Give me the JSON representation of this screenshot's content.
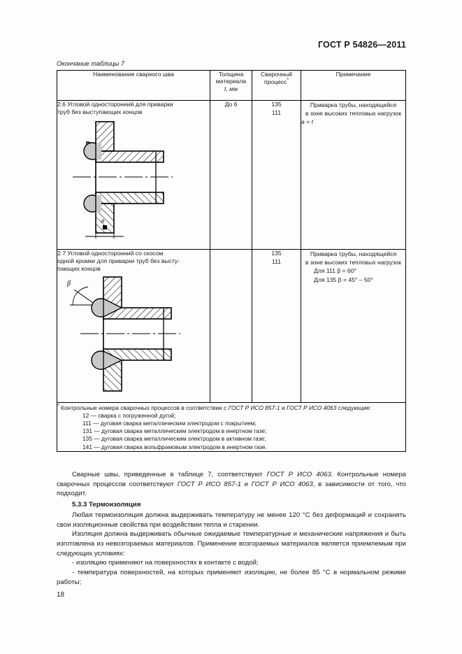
{
  "document": {
    "standard_header": "ГОСТ Р 54826—2011",
    "table_caption": "Окончание таблицы 7",
    "page_number": "18"
  },
  "table": {
    "headers": {
      "col_name": "Наименование сварного шва",
      "col_thickness_l1": "Толщина",
      "col_thickness_l2": "материала",
      "col_thickness_l3": "t, мм",
      "col_process_l1": "Сварочный",
      "col_process_l2": "процесс",
      "col_process_sup": "*",
      "col_note": "Примечание"
    },
    "rows": [
      {
        "name_line1": "2.6  Угловой односторонний для приварки",
        "name_line2": "труб без выступающих концов",
        "thickness": "До 6",
        "process_line1": "135",
        "process_line2": "111",
        "note_line1": "Приварка трубы, находящейся",
        "note_line2": "в зоне высоких тепловых нагрузок",
        "note_line3": "a = t",
        "drawing_label_a": "a"
      },
      {
        "name_line1": "2.7  Угловой односторонний со скосом",
        "name_line2": "одной кромки для приварки труб без высту-",
        "name_line3": "пающих концов",
        "thickness": "",
        "process_line1": "135",
        "process_line2": "111",
        "note_line1": "Приварка трубы, находящейся",
        "note_line2": "в зоне высоких тепловых нагрузок",
        "note_line3": "Для 111 β = 60°",
        "note_line4": "Для 135 β = 45° – 50°",
        "drawing_label_beta": "β"
      }
    ],
    "footnote": {
      "marker": "*",
      "intro_part1": " Контрольные номера сварочных процессов в соответствии с ",
      "intro_std1": "ГОСТ Р ИСО 857-1",
      "intro_and": " и ",
      "intro_std2": "ГОСТ Р ИСО 4063",
      "intro_end": " следующие:",
      "items": [
        "12 — сварка с погруженной дугой;",
        "111 — дуговая сварка металлическим электродом с покрытием;",
        "131 — дуговая сварка металлическим электродом в инертном газе;",
        "135 — дуговая сварка металлическим электродом в активном газе;",
        "141 — дуговая сварка вольфрамовым электродом в инертном газе."
      ]
    }
  },
  "body": {
    "para1_a": "Сварные швы, приведенные в таблице 7, соответствуют ",
    "para1_std1": "ГОСТ Р ИСО 4063",
    "para1_b": ". Контрольные номера сварочных процессов соответствуют ",
    "para1_std2": "ГОСТ Р ИСО 857-1",
    "para1_c": " и ",
    "para1_std3": "ГОСТ Р ИСО 4063",
    "para1_d": ", в зависимости от того, что подходит.",
    "section_heading": "5.3.3  Термоизоляция",
    "para2": "Любая термоизоляция должна выдерживать температуру не менее 120 °С без деформаций и сохранять свои изоляционные свойства при воздействии тепла и старении.",
    "para3": "Изоляция должна выдерживать обычные ожидаемые температурные и механические напряжения и быть изготовлена из невозгораемых материалов. Применение возгораемых материалов является приемлемым при следующих условиях:",
    "bullet1": "- изоляцию применяют на поверхностях в контакте с водой;",
    "bullet2": "- температура поверхностей, на которых применяют изоляцию, не более 85 °С в нормальном режиме работы;"
  },
  "colors": {
    "ink": "#1a1a1a",
    "rule": "#000000",
    "weld_fill": "#c8c8c8",
    "paper": "#fdfdfd"
  }
}
